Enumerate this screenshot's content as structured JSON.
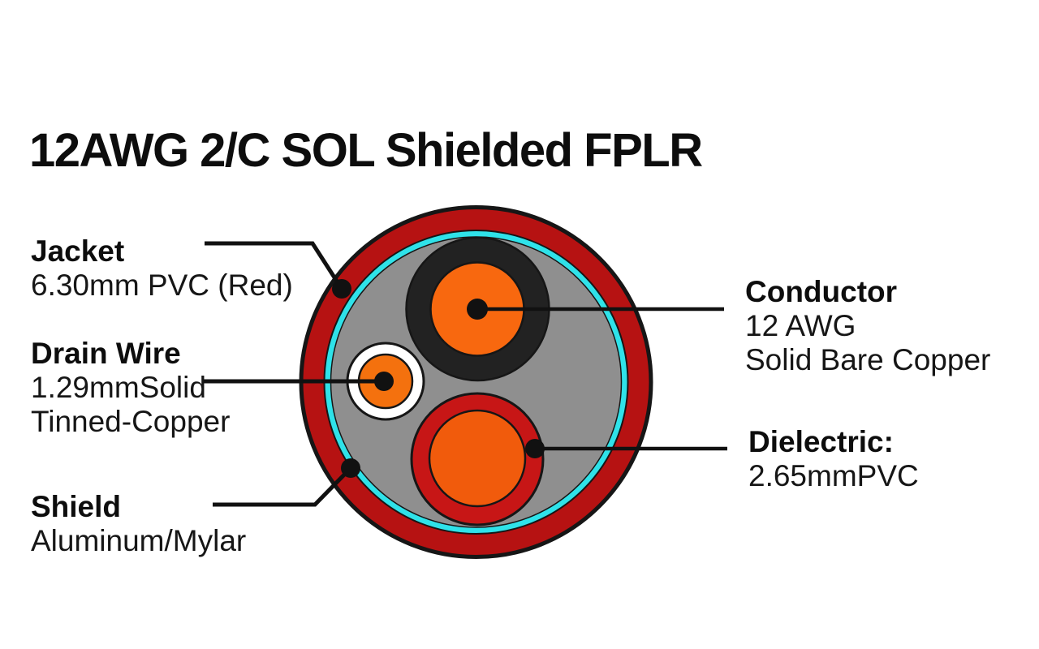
{
  "title": "12AWG 2/C SOL Shielded FPLR",
  "labels": {
    "jacket": {
      "heading": "Jacket",
      "lines": [
        "6.30mm PVC (Red)"
      ]
    },
    "drain_wire": {
      "heading": "Drain Wire",
      "lines": [
        "1.29mmSolid",
        "Tinned-Copper"
      ]
    },
    "shield": {
      "heading": "Shield",
      "lines": [
        "Aluminum/Mylar"
      ]
    },
    "conductor": {
      "heading": "Conductor",
      "lines": [
        "12 AWG",
        "Solid Bare Copper"
      ]
    },
    "dielectric": {
      "heading": "Dielectric:",
      "lines": [
        "2.65mmPVC"
      ]
    }
  },
  "colors": {
    "jacket_red": "#b61212",
    "dielectric_red": "#c71616",
    "shield_cyan": "#2fe2e9",
    "filler_gray": "#8f8f8f",
    "insulation_black": "#222222",
    "conductor_orange": "#f8680f",
    "dielectric_orange": "#f15b0c",
    "drain_orange": "#f4710e",
    "drain_white": "#ffffff",
    "outline": "#161616",
    "callout": "#111111",
    "background": "#ffffff"
  }
}
